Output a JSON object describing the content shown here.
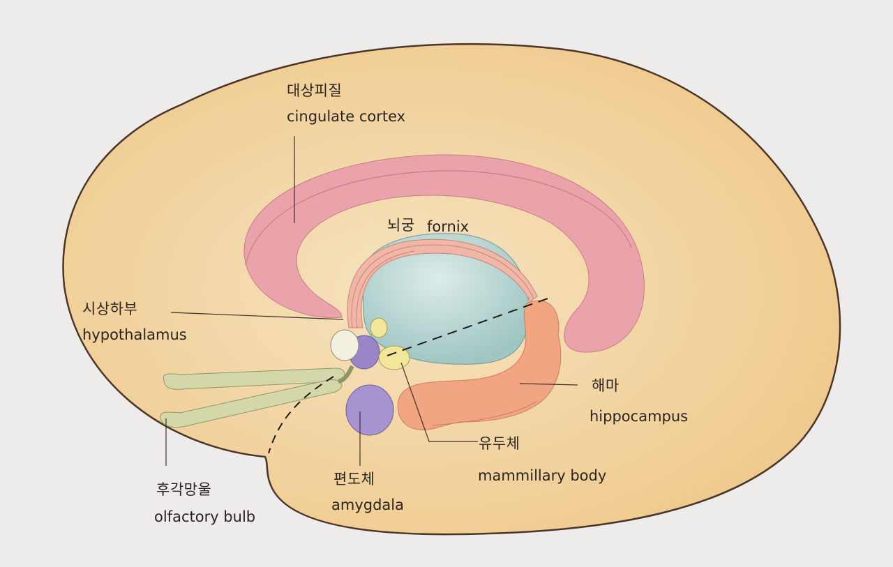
{
  "diagram": {
    "colors": {
      "background": "#eeeceb",
      "brain": "#f2d29a",
      "brain_outline": "#4a3528",
      "cingulate": "#eaa3ab",
      "thalamus": "#a9cfcb",
      "fornix": "#f0b7a8",
      "hippocampus": "#f1a581",
      "amygdala": "#a693cf",
      "hypothalamus": "#9a85c8",
      "mammillary_body": "#f2e69b",
      "olfactory": "#d4d8a9"
    },
    "labels": {
      "cingulate": {
        "ko": "대상피질",
        "en": "cingulate cortex"
      },
      "fornix": {
        "ko": "뇌궁",
        "en": "fornix"
      },
      "hypothalamus": {
        "ko": "시상하부",
        "en": "hypothalamus"
      },
      "hippocampus": {
        "ko": "해마",
        "en": "hippocampus"
      },
      "mammillary_body": {
        "ko": "유두체",
        "en": "mammillary body"
      },
      "amygdala": {
        "ko": "편도체",
        "en": "amygdala"
      },
      "olfactory_bulb": {
        "ko": "후각망울",
        "en": "olfactory bulb"
      }
    }
  }
}
